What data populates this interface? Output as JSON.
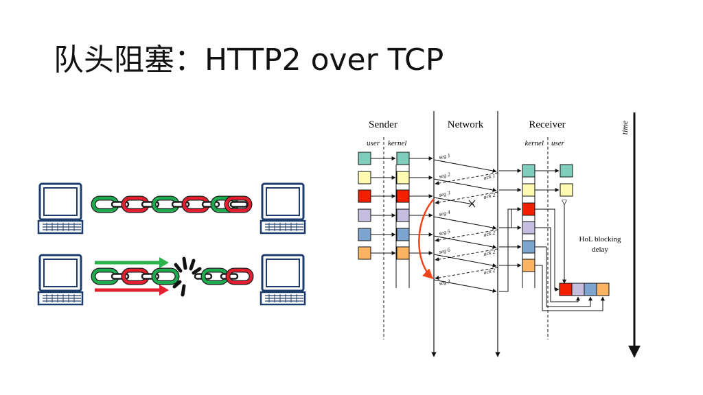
{
  "slide": {
    "title": "队头阻塞：HTTP2 over TCP"
  },
  "diagram": {
    "columns": {
      "sender": "Sender",
      "network": "Network",
      "receiver": "Receiver",
      "time": "time"
    },
    "sublabels": {
      "sender_user": "user",
      "sender_kernel": "kernel",
      "receiver_kernel": "kernel",
      "receiver_user": "user"
    },
    "segments": [
      "seg 1",
      "seg 2",
      "seg 3",
      "seg 4",
      "seg 5",
      "seg 6",
      "seg 3"
    ],
    "acks": [
      "ack 1",
      "ack 2",
      "ack 2",
      "ack 2",
      "ack 2"
    ],
    "annotation": {
      "line1": "HoL blocking",
      "line2": "delay"
    },
    "colors": {
      "teal": "#7fcdbb",
      "yellow": "#fffbb2",
      "red": "#f21f00",
      "lavender": "#c6bede",
      "blue": "#7ea5cf",
      "orange": "#fbb462",
      "retransmit_arrow": "#f0451a"
    }
  },
  "illustration": {
    "chain_colors": {
      "green": "#1faa50",
      "red": "#e0202e"
    },
    "arrow_colors": {
      "forward": "#29b34a",
      "backward": "#e0202e"
    }
  }
}
